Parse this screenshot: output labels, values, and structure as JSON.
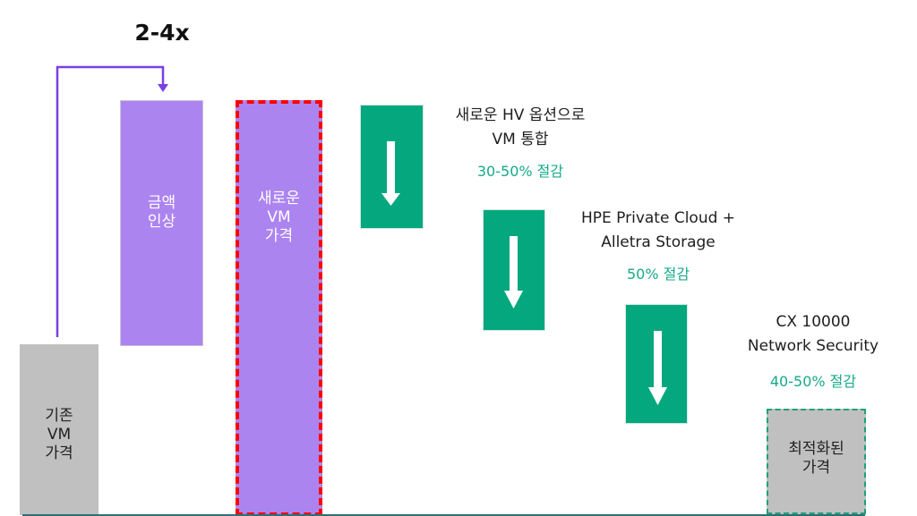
{
  "multiplier_label": "2-4x",
  "colors": {
    "purple": "#ac84f0",
    "connector_purple": "#7a3fe4",
    "gray": "#c0c0c0",
    "green": "#05a87e",
    "saving_text": "#17a98a",
    "red_dashed": "#ff0000",
    "baseline": "#2e6f78"
  },
  "bars": {
    "old_price": {
      "lines": [
        "기존",
        "VM",
        "가격"
      ]
    },
    "price_increase": {
      "lines": [
        "금액",
        "인상"
      ]
    },
    "new_price": {
      "lines": [
        "새로운",
        "VM",
        "가격"
      ]
    },
    "optimized_price": {
      "lines": [
        "최적화된",
        "가격"
      ]
    }
  },
  "savings": [
    {
      "title_lines": [
        "새로운 HV 옵션으로",
        "VM 통합"
      ],
      "saving": "30-50% 절감",
      "icon": "arrow-down-icon"
    },
    {
      "title_lines": [
        "HPE Private Cloud +",
        "Alletra Storage"
      ],
      "saving": "50% 절감",
      "icon": "arrow-down-icon"
    },
    {
      "title_lines": [
        "CX 10000",
        "Network Security"
      ],
      "saving": "40-50% 절감",
      "icon": "arrow-down-icon"
    }
  ]
}
